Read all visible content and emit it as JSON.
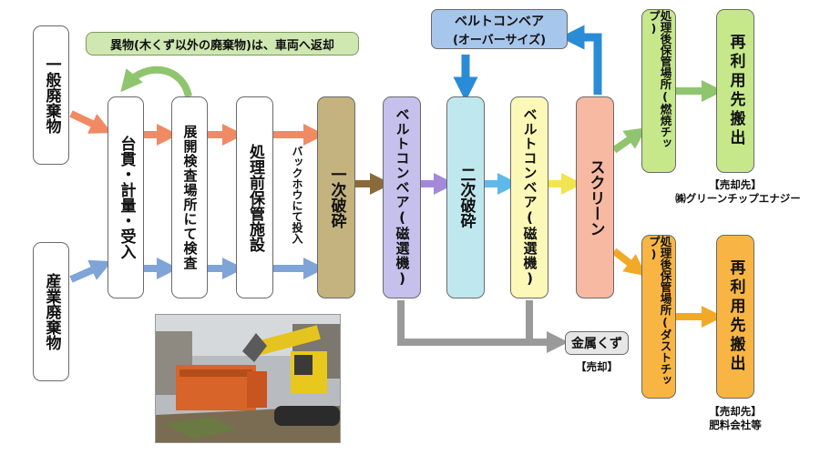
{
  "sources": {
    "general": "一般廃棄物",
    "industrial": "産業廃棄物"
  },
  "return_note": "異物(木くず以外の廃棄物)は、車両へ返却",
  "steps": {
    "receive": "台貫・計量・受入",
    "inspect": "展開検査場所にて検査",
    "storage": "処理前保管施設",
    "backhoe": "バックホウにて投入",
    "primary_crush": "一次破砕",
    "belt1": "ベルトコンベア(磁選機)",
    "secondary_crush": "二次破砕",
    "belt2": "ベルトコンベア(磁選機)",
    "screen": "スクリーン"
  },
  "oversize": {
    "line1": "ベルトコンベア",
    "line2": "(オーバーサイズ)"
  },
  "metal": {
    "label": "金属くず",
    "note": "【売却】"
  },
  "outputs": {
    "fuel_storage": "処理後保管場所(燃焼チップ)",
    "fuel_reuse": "再利用先搬出",
    "fuel_buyer_title": "【売却先】",
    "fuel_buyer": "㈱グリーンチップエナジー",
    "dust_storage": "処理後保管場所(ダストチップ)",
    "dust_reuse": "再利用先搬出",
    "dust_buyer_title": "【売却先】",
    "dust_buyer": "肥料会社等"
  },
  "colors": {
    "orange_arrow": "#ef8a62",
    "blue_arrow": "#7ea4d8",
    "green_arrow": "#8fc56f",
    "brown": "#c4b37e",
    "lavender": "#c5c0ec",
    "cyan": "#bfe7ee",
    "yellow": "#fcf8b8",
    "salmon": "#f7b9a1",
    "lime": "#c6e88a",
    "amber": "#f8b543",
    "sky": "#a7c6ec",
    "metal_gray": "#9a9a9a"
  }
}
